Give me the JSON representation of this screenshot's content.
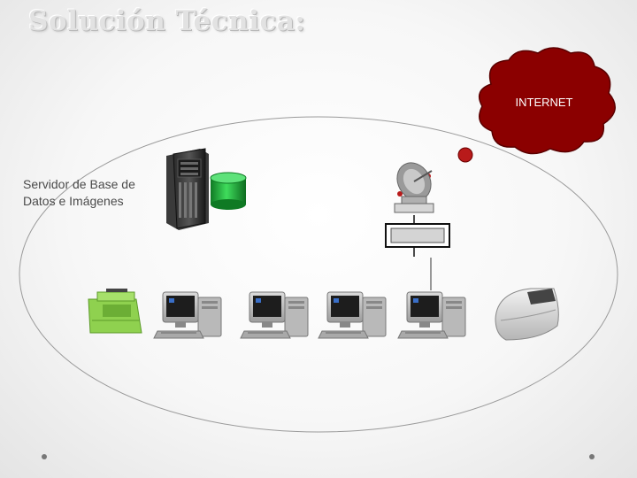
{
  "slide": {
    "title": "Solución Técnica:",
    "server_label": "Servidor de Base de Datos e Imágenes",
    "cloud_label": "INTERNET"
  },
  "colors": {
    "cloud": "#8b0000",
    "database": "#1fa83a",
    "printer": "#8fd14f",
    "ellipse": "#9a9a9a"
  },
  "icons": [
    "server-tower-icon",
    "database-icon",
    "satellite-dish-icon",
    "network-switch-icon",
    "printer-icon",
    "computer-icon",
    "scanner-icon",
    "internet-cloud-icon"
  ]
}
